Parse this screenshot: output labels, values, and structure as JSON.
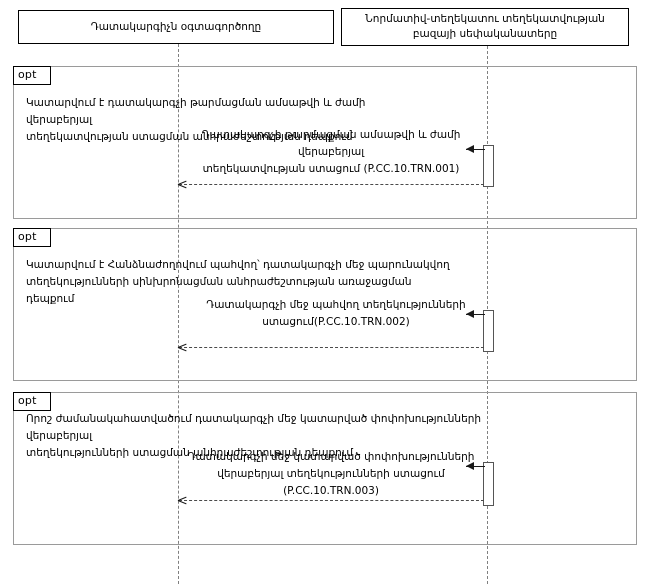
{
  "diagram": {
    "type": "uml-sequence-diagram",
    "participants": [
      {
        "id": "user",
        "name": "Դատակարգիչն օգտագործողը"
      },
      {
        "id": "owner",
        "name": "Նորմատիվ-տեղեկատու տեղեկատվության բազայի սեփականատերը"
      }
    ],
    "fragments": [
      {
        "operator": "opt",
        "guard": "Կատարվում է դատակարգչի թարմացման ամսաթվի և ժամի վերաբերյալ\nտեղեկատվության ստացման անհրաժեշտության դեպքում",
        "message": {
          "label": "Դատակարգչի թարմացման ամսաթվի և ժամի վերաբերյալ\nտեղեկատվության ստացում (P.CC.10.TRN.001)",
          "code": "P.CC.10.TRN.001",
          "kind": "synchronous-call",
          "direction": "right-to-left"
        },
        "reply": {
          "kind": "reply",
          "direction": "right-to-left"
        }
      },
      {
        "operator": "opt",
        "guard": "Կատարվում է Հանձնաժողովում պահվող՝ դատակարգչի մեջ պարունակվող\nտեղեկությունների սինխրոնացման անհրաժեշտության առաջացման դեպքում",
        "message": {
          "label": "Դատակարգչի մեջ պահվող տեղեկությունների\nստացում(P.CC.10.TRN.002)",
          "code": "P.CC.10.TRN.002",
          "kind": "synchronous-call",
          "direction": "right-to-left"
        },
        "reply": {
          "kind": "reply",
          "direction": "right-to-left"
        }
      },
      {
        "operator": "opt",
        "guard": "Որոշ ժամանակահատվածում դատակարգչի մեջ կատարված փոփոխությունների վերաբերյալ\nտեղեկությունների ստացման անհրաժեշտության դեպքում",
        "message": {
          "label": "Դատակարգչի մեջ կատարված փոփոխությունների\nվերաբերյալ տեղեկությունների ստացում (P.CC.10.TRN.003)",
          "code": "P.CC.10.TRN.003",
          "kind": "synchronous-call",
          "direction": "right-to-left"
        },
        "reply": {
          "kind": "reply",
          "direction": "right-to-left"
        }
      }
    ],
    "colors": {
      "participant_border": "#000000",
      "fragment_border": "#9a9a9a",
      "lifeline": "#808080",
      "message": "#1a1a1a",
      "background": "#ffffff"
    }
  }
}
